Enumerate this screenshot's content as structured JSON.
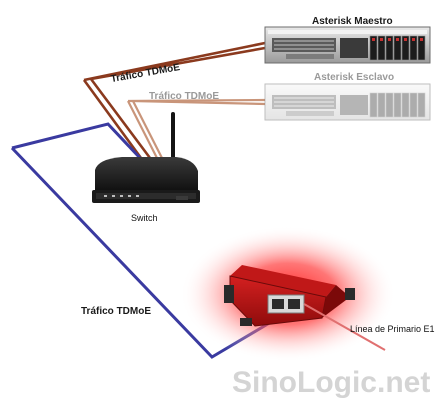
{
  "diagram": {
    "servers": {
      "master": {
        "label": "Asterisk Maestro"
      },
      "slave": {
        "label": "Asterisk Esclavo"
      }
    },
    "links": {
      "master": {
        "label": "Tráfico TDMoE",
        "color": "#8b3a1e"
      },
      "slave": {
        "label": "Tráfico TDMoE",
        "color": "#c9957a"
      },
      "card": {
        "label": "Tráfico TDMoE",
        "color": "#3a3aa0"
      }
    },
    "switch": {
      "label": "Switch",
      "icon": "router-icon"
    },
    "card": {
      "label": "Línea de Primario E1",
      "glow_color": "#ff2a2a",
      "icon": "e1-card-icon"
    },
    "watermark": "SinoLogic.net"
  }
}
